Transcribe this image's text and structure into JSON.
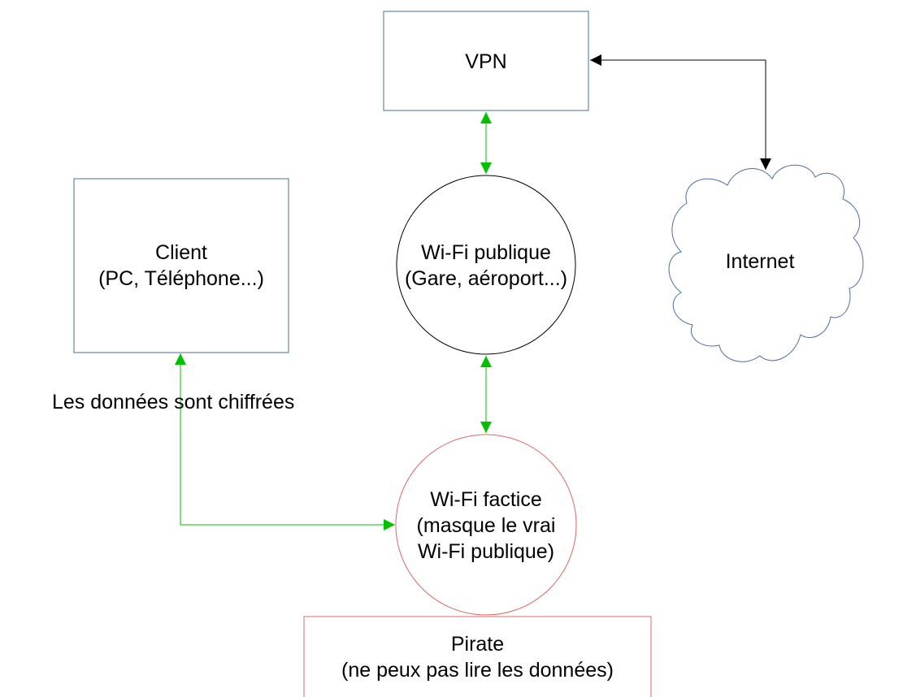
{
  "nodes": {
    "vpn": {
      "label": "VPN"
    },
    "client": {
      "line1": "Client",
      "line2": "(PC, Téléphone...)"
    },
    "public_wifi": {
      "line1": "Wi-Fi publique",
      "line2": "(Gare, aéroport...)"
    },
    "internet": {
      "label": "Internet"
    },
    "fake_wifi": {
      "line1": "Wi-Fi factice",
      "line2": "(masque le vrai",
      "line3": "Wi-Fi publique)"
    },
    "pirate": {
      "line1": "Pirate",
      "line2": "(ne peux pas lire les données)"
    }
  },
  "annotations": {
    "encrypted": "Les données sont chiffrées"
  },
  "colors": {
    "box_stroke": "#4a6fa5",
    "fake_stroke": "#e06666",
    "arrow_green": "#00c000",
    "arrow_black": "#000000"
  }
}
